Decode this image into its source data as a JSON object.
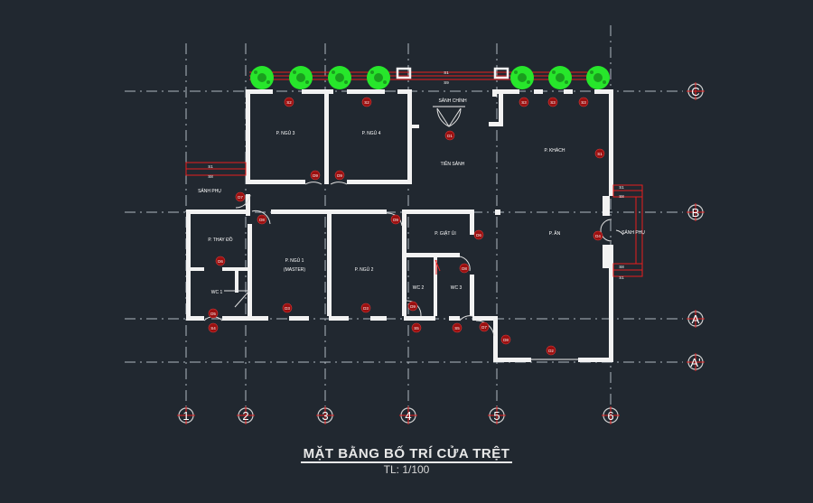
{
  "title": "MẶT BẰNG BỐ TRÍ CỬA TRỆT",
  "scale": "TL: 1/100",
  "axes_v": [
    "1",
    "2",
    "3",
    "4",
    "5",
    "6"
  ],
  "axes_h": [
    "C",
    "B",
    "A",
    "A'"
  ],
  "rooms": {
    "ngu3": "P. NGỦ 3",
    "ngu4": "P. NGỦ 4",
    "sanh_chinh": "SẢNH CHÍNH",
    "tien_sanh": "TIỀN SẢNH",
    "khach": "P. KHÁCH",
    "sanh_phu_l": "SẢNH PHỤ",
    "sanh_phu_r": "SẢNH PHỤ",
    "thay_do": "P. THAY ĐỒ",
    "ngu1": "P. NGỦ 1",
    "master": "(MASTER)",
    "ngu2": "P. NGỦ 2",
    "giat_ui": "P. GIẶT ỦI",
    "an": "P. ĂN",
    "wc1": "WC 1",
    "wc2": "WC 2",
    "wc3": "WC 3"
  },
  "tags": {
    "s2a": "S2",
    "s2b": "S2",
    "s1top": "S1",
    "s9top": "S9",
    "s3a": "S3",
    "s3b": "S3",
    "s3c": "S3",
    "d1": "D1",
    "s1k": "S1",
    "s1l": "S1",
    "s8l": "S8",
    "d9a": "D9",
    "d9b": "D9",
    "d7a": "D7",
    "d8a": "D8",
    "d9c": "D9",
    "d6a": "D6",
    "s1r1": "S1",
    "s8r1": "S8",
    "d4": "D4",
    "s8r2": "S8",
    "s1r2": "S1",
    "d6b": "D6",
    "d8b": "D8",
    "d5a": "D5",
    "s4": "S4",
    "d3a": "D3",
    "d3b": "D3",
    "d9d": "D9",
    "s5a": "S5",
    "s5b": "S5",
    "d7b": "D7",
    "d8c": "D8",
    "d2": "D2"
  }
}
